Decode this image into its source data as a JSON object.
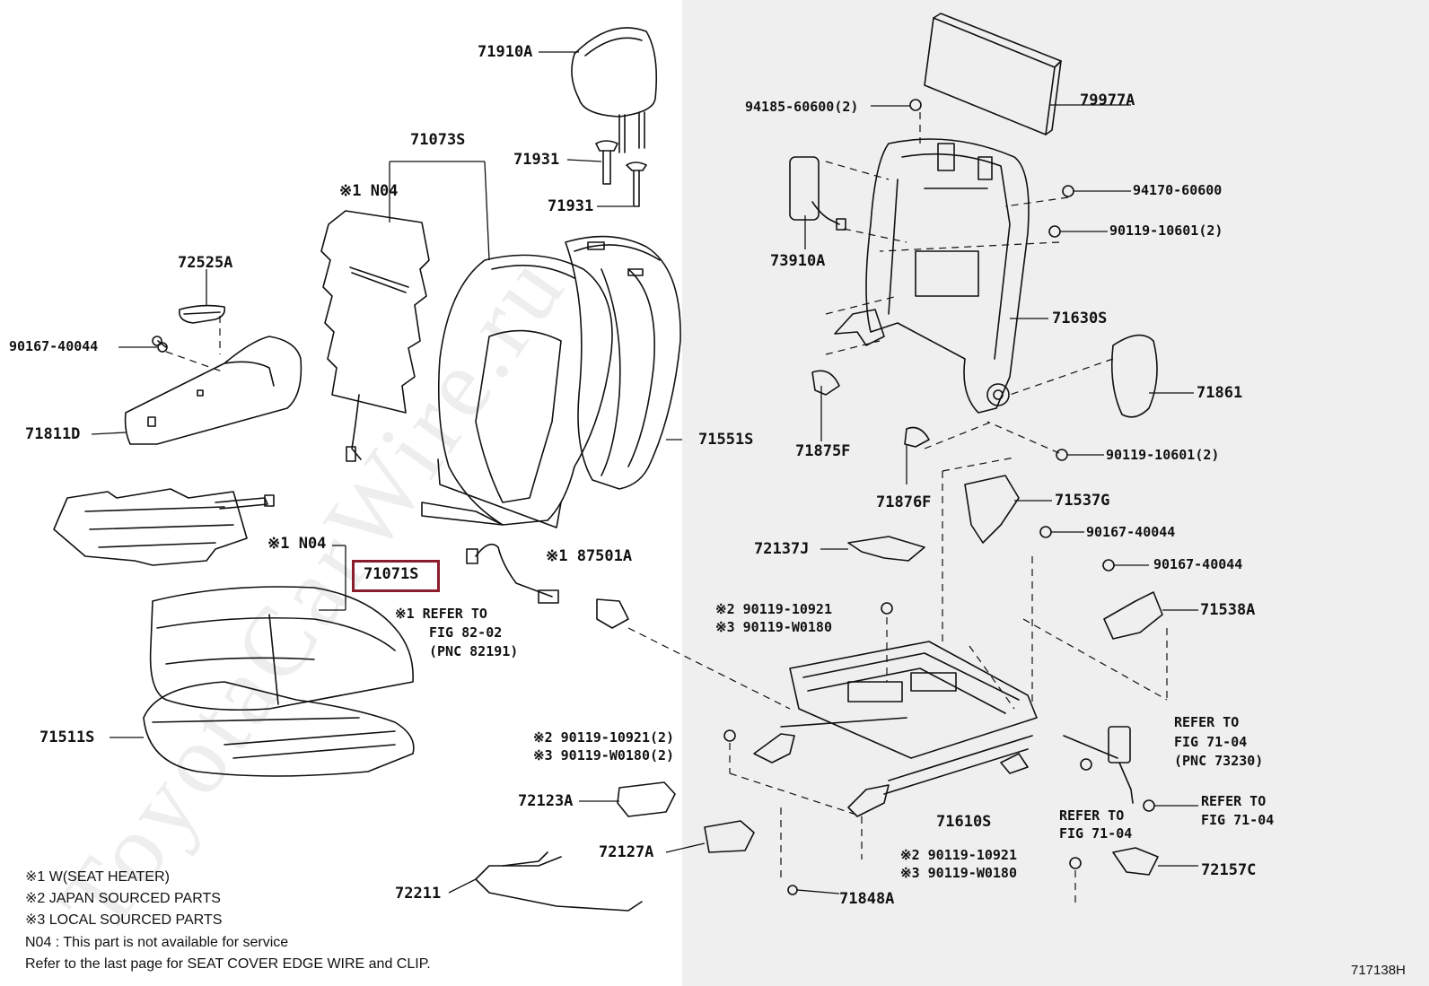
{
  "watermark": "ToyotaCarWire.ru",
  "highlight_color": "#8b1c2e",
  "part_labels": {
    "p71910A": "71910A",
    "p71073S": "71073S",
    "p71931a": "71931",
    "p71931b": "71931",
    "p_n04_top": "※1 N04",
    "p72525A": "72525A",
    "p90167_left": "90167-40044",
    "p71811D": "71811D",
    "p71551S": "71551S",
    "p_n04_mid": "※1 N04",
    "p71071S": "71071S",
    "p71511S": "71511S",
    "p72123A": "72123A",
    "p72127A": "72127A",
    "p72211": "72211",
    "p87501A": "※1 87501A",
    "p_refer82_1": "※1 REFER TO",
    "p_refer82_2": "FIG 82-02",
    "p_refer82_3": "(PNC 82191)",
    "p_s2_90119_a": "※2 90119-10921(2)",
    "p_s3_90119_a": "※3 90119-W0180(2)",
    "p72137J": "72137J",
    "p_s2_90119_b": "※2 90119-10921",
    "p_s3_90119_b": "※3 90119-W0180",
    "p71610S": "71610S",
    "p_s2_90119_c": "※2 90119-10921",
    "p_s3_90119_c": "※3 90119-W0180",
    "p71848A": "71848A",
    "p79977A": "79977A",
    "p94185": "94185-60600(2)",
    "p94170": "94170-60600",
    "p90119_10601_a": "90119-10601(2)",
    "p73910A": "73910A",
    "p71630S": "71630S",
    "p71861": "71861",
    "p71875F": "71875F",
    "p90119_10601_b": "90119-10601(2)",
    "p71876F": "71876F",
    "p71537G": "71537G",
    "p90167_r1": "90167-40044",
    "p90167_r2": "90167-40044",
    "p71538A": "71538A",
    "p_refer7104_a1": "REFER TO",
    "p_refer7104_a2": "FIG 71-04",
    "p_refer7104_a3": "(PNC 73230)",
    "p_refer7104_b1": "REFER TO",
    "p_refer7104_b2": "FIG 71-04",
    "p_refer7104_c1": "REFER TO",
    "p_refer7104_c2": "FIG 71-04",
    "p72157C": "72157C"
  },
  "legend": [
    "※1 W(SEAT HEATER)",
    "※2 JAPAN SOURCED PARTS",
    "※3 LOCAL SOURCED PARTS",
    "N04 : This part is not available for service",
    "Refer to the last page for SEAT COVER EDGE WIRE and CLIP."
  ],
  "figure_code": "717138H"
}
